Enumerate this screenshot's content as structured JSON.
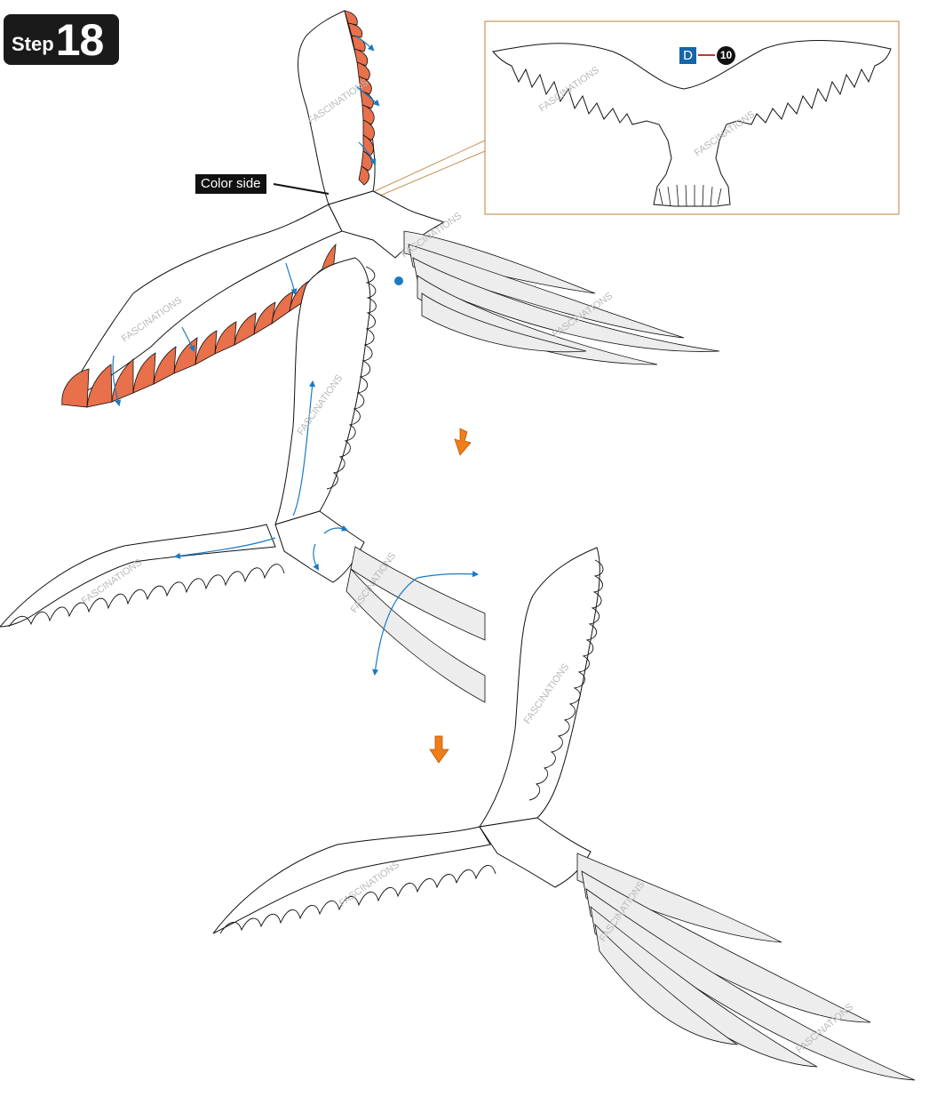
{
  "step": {
    "word": "Step",
    "number": "18"
  },
  "labels": {
    "color_side": "Color side"
  },
  "part": {
    "letter": "D",
    "number": "10"
  },
  "watermark": "FASCINATIONS",
  "colors": {
    "feather_fill": "#e8704a",
    "arrow": "#1a7ac4",
    "next_arrow": "#f07d18",
    "detail_frame": "#c8965c",
    "outline": "#111111",
    "shading": "#ededed"
  },
  "icons": [
    "orange-down-arrow-icon",
    "blue-fold-arrow-icon",
    "blue-dot-marker-icon"
  ]
}
